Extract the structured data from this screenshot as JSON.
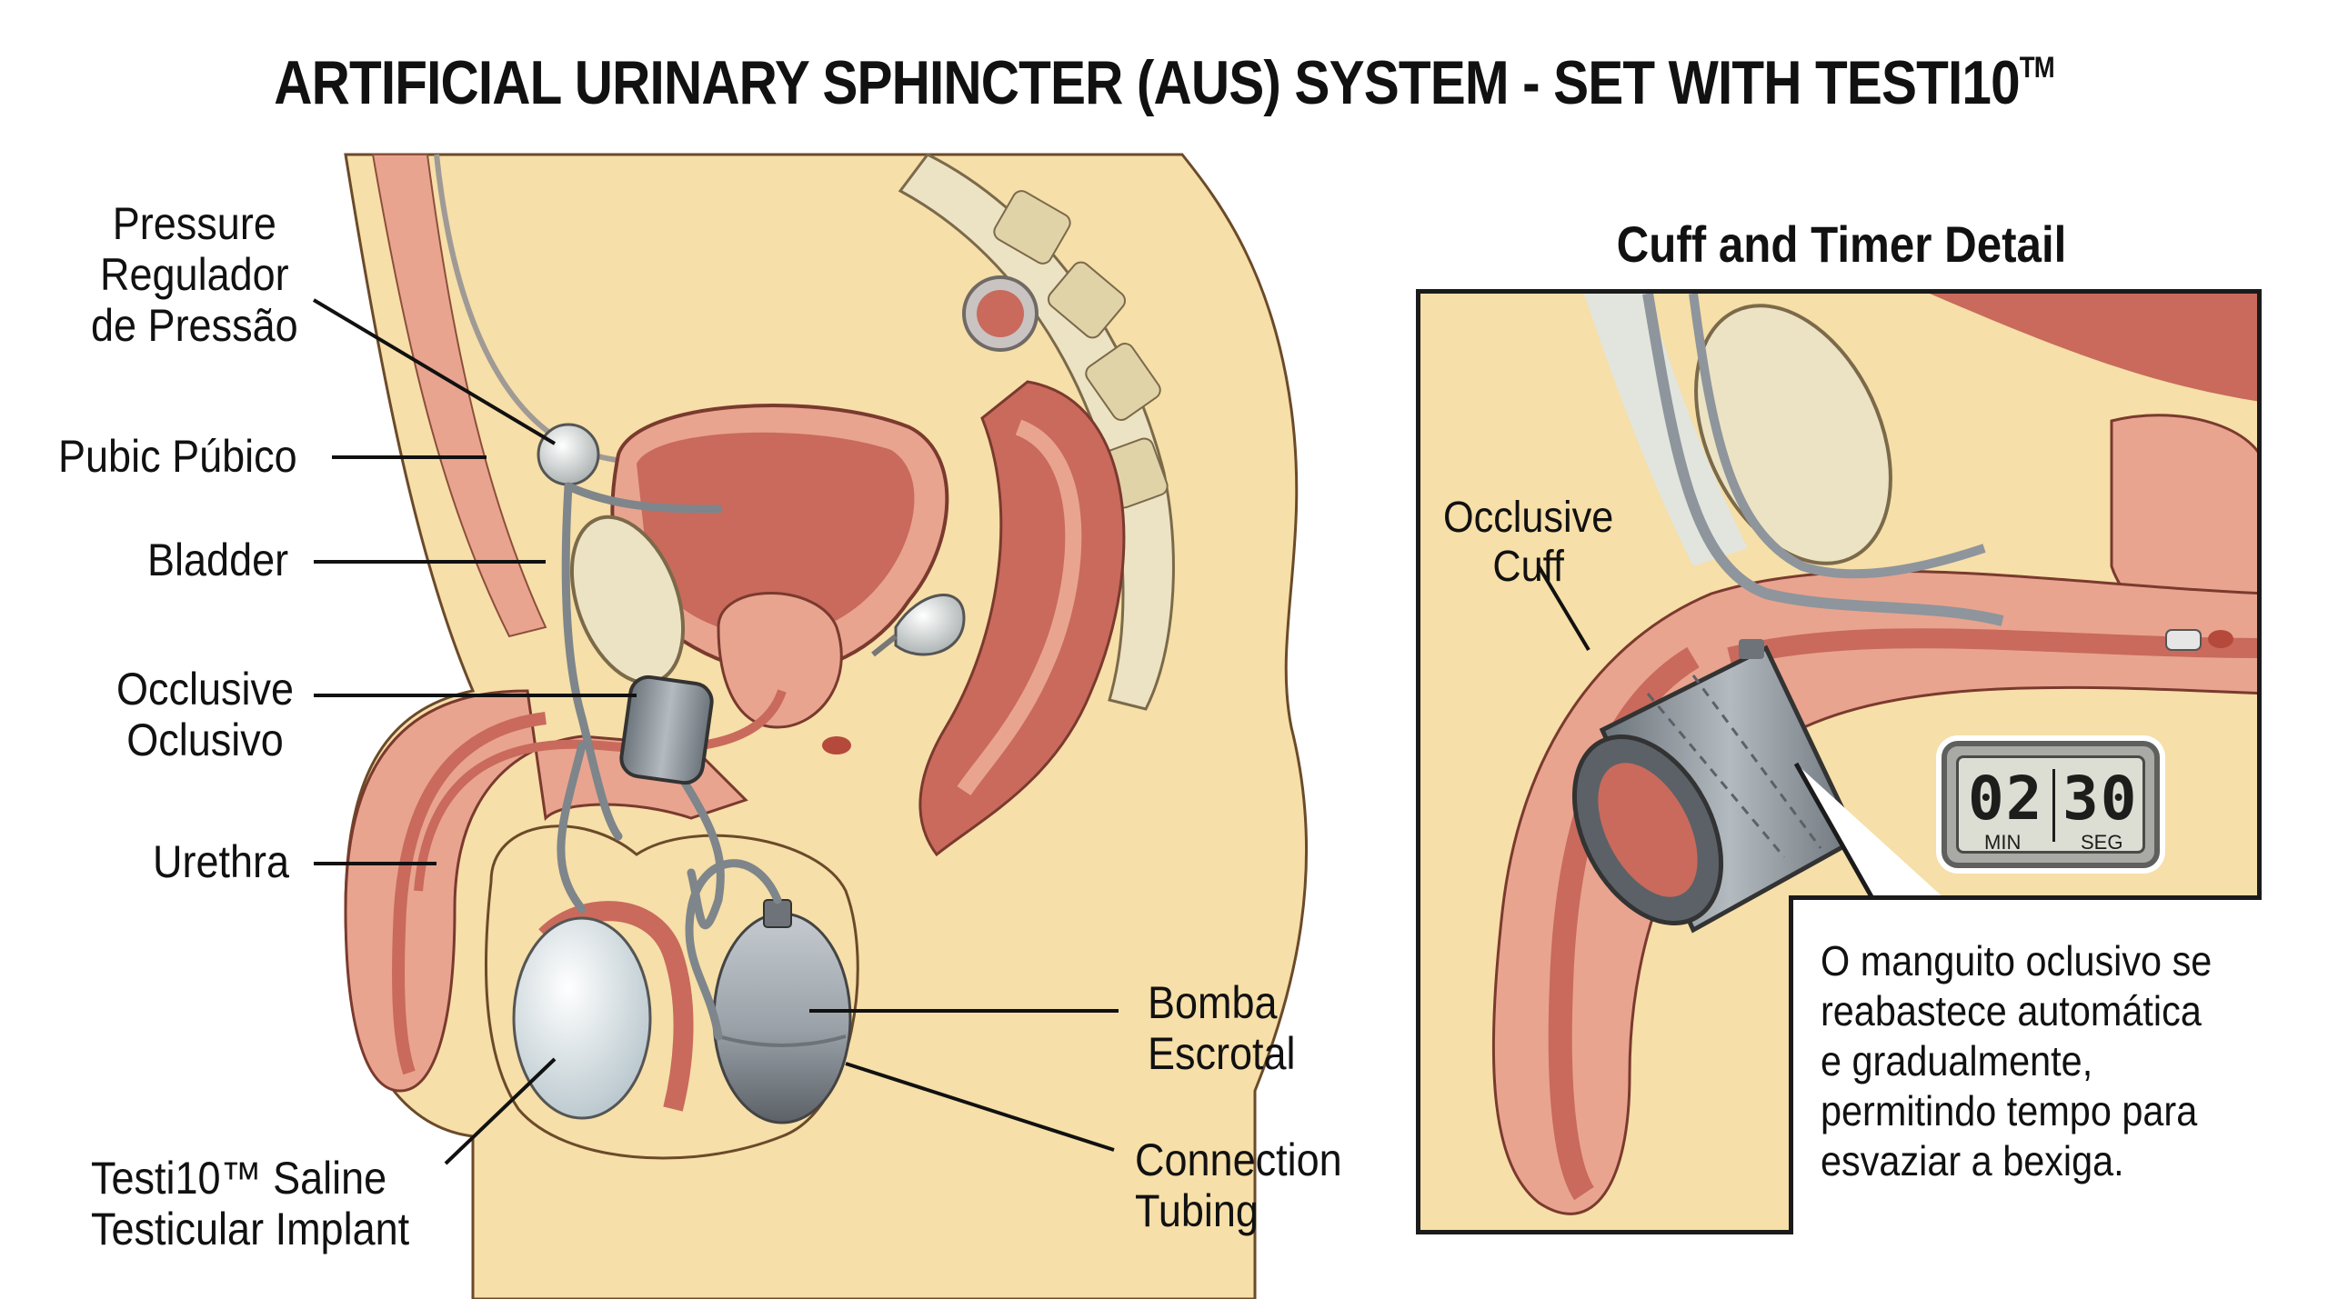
{
  "title": {
    "main": "ARTIFICIAL URINARY SPHINCTER (AUS) SYSTEM - SET WITH TESTI10",
    "trademark": "TM"
  },
  "labels": {
    "pressure_regulator": [
      "Pressure",
      "Regulador",
      "de Pressão"
    ],
    "pubic": "Pubic Púbico",
    "bladder": "Bladder",
    "occlusive": [
      "Occlusive",
      "Oclusivo"
    ],
    "urethra": "Urethra",
    "implant": [
      "Testi10™ Saline",
      "Testicular Implant"
    ],
    "pump": [
      "Bomba",
      "Escrotal"
    ],
    "tubing": [
      "Connection",
      "Tubing"
    ]
  },
  "detail": {
    "title": "Cuff and Timer Detail",
    "cuff_label": [
      "Occlusive",
      "Cuff"
    ],
    "timer": {
      "minutes": "02",
      "seconds": "30",
      "min_unit": "MIN",
      "sec_unit": "SEG"
    },
    "callout": [
      "O manguito oclusivo se",
      "reabastece automática",
      "e gradualmente,",
      "permitindo tempo para",
      "esvaziar a bexiga."
    ]
  },
  "colors": {
    "skin": "#f6dfa8",
    "tissue_pink": "#e8a48f",
    "muscle_red": "#c96a5c",
    "device_gray": "#8e959c",
    "bone": "#ece3c4",
    "outline": "#1b1b1b"
  }
}
